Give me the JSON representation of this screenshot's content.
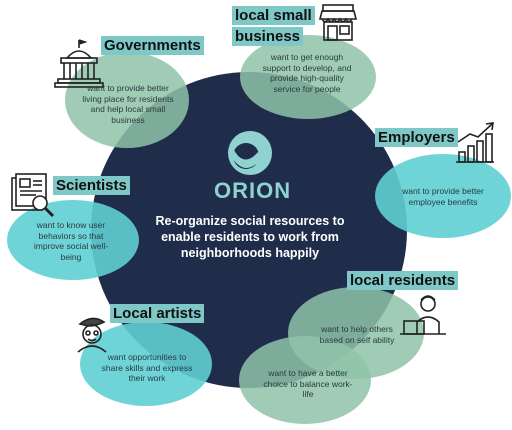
{
  "colors": {
    "hub": "#1f2c4a",
    "bubble_green": "#8fc3a8",
    "bubble_teal": "#5fcfd3",
    "label_bg": "#7fc8c8",
    "logo": "#8fd2cf"
  },
  "center": {
    "logo_text": "ORION",
    "mission": "Re-organize social resources to enable residents to work from neighborhoods happily"
  },
  "stakeholders": {
    "governments": {
      "label": "Governments",
      "text": "want to provide better living place for residents and help local small business",
      "icon": "government-building-icon"
    },
    "local_small_business": {
      "label_line1": "local small",
      "label_line2": "business",
      "text": "want to get enough support to develop, and provide high-quality service for people",
      "icon": "storefront-icon"
    },
    "employers": {
      "label": "Employers",
      "text": "want to provide better employee benefits",
      "icon": "growth-chart-icon"
    },
    "scientists": {
      "label": "Scientists",
      "text": "want to know user behaviors so that improve social well-being",
      "icon": "research-document-icon"
    },
    "local_residents": {
      "label": "local residents",
      "text": "want to help others based on self ability",
      "text2": "want to have a better choice to balance work-life",
      "icon": "remote-worker-icon"
    },
    "local_artists": {
      "label": "Local artists",
      "text": "want opportunities to share skills and express their work",
      "icon": "artist-icon"
    }
  }
}
